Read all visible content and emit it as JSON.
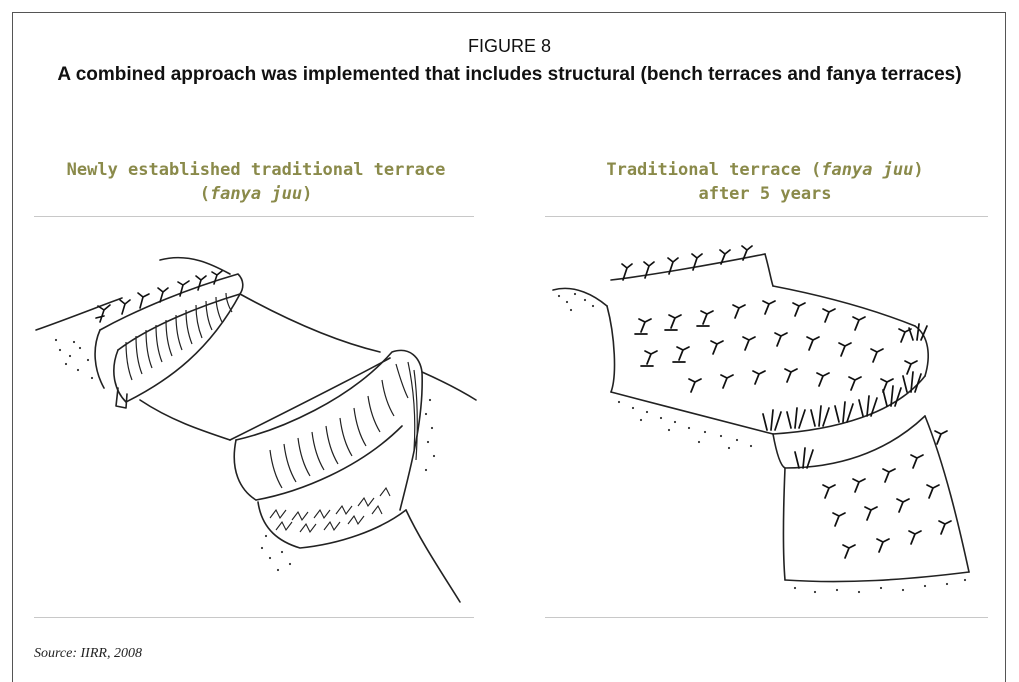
{
  "figure": {
    "label": "FIGURE 8",
    "title": "A combined approach was implemented that includes structural (bench terraces and fanya terraces)"
  },
  "panels": [
    {
      "title_line1": "Newly established traditional terrace",
      "title_open": "(",
      "title_italic": "fanya juu",
      "title_close": ")"
    },
    {
      "title_pre": "Traditional terrace (",
      "title_italic": "fanya juu",
      "title_post": ")",
      "title_line2": "after 5 years"
    }
  ],
  "source": "Source: IIRR, 2008"
}
